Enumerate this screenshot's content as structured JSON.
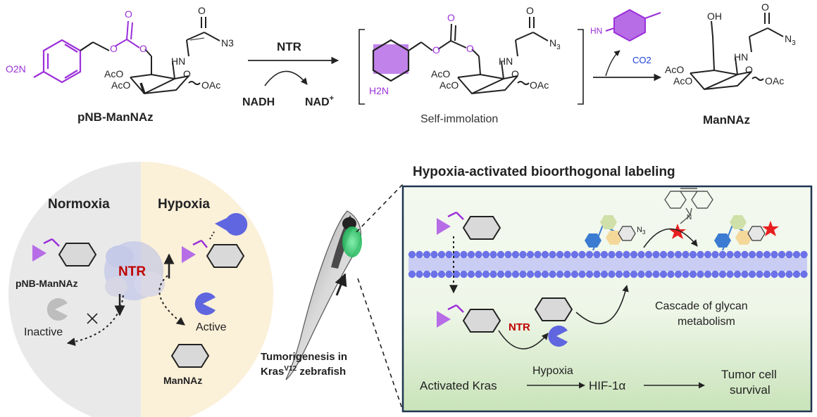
{
  "scheme": {
    "reactant_label": "pNB-ManNAz",
    "reagent_enzyme": "NTR",
    "cofactor_in": "NADH",
    "cofactor_out": "NAD",
    "cofactor_out_sup": "+",
    "intermediate_caption": "Self-immolation",
    "byproduct_co2": "CO2",
    "product_label": "ManNAz",
    "groups": {
      "no2": "O2N",
      "h2n": "H2N",
      "hn": "HN",
      "n3": "N3",
      "aco1": "AcO",
      "aco2": "AcO",
      "oac": "OAc",
      "nh": "HN",
      "o": "O",
      "oh": "OH"
    }
  },
  "cell_panel": {
    "normoxia_label": "Normoxia",
    "hypoxia_label": "Hypoxia",
    "prodrug_label": "pNB-ManNAz",
    "enzyme_label": "NTR",
    "inactive_label": "Inactive",
    "active_label": "Active",
    "product_label": "ManNAz"
  },
  "fish": {
    "caption_line1": "Tumorigenesis in",
    "caption_line2_prefix": "Kras",
    "caption_line2_sup": "V12",
    "caption_line2_suffix": " zebrafish"
  },
  "labeling_panel": {
    "title": "Hypoxia-activated  bioorthogonal  labeling",
    "enzyme_label": "NTR",
    "azide_label": "N3",
    "cascade_line1": "Cascade of glycan",
    "cascade_line2": "metabolism",
    "pathway": {
      "start": "Activated Kras",
      "arrow_label": "Hypoxia",
      "middle": "HIF-1α",
      "end_line1": "Tumor cell",
      "end_line2": "survival"
    }
  },
  "colors": {
    "purple": "#9b30d9",
    "blue_text": "#1a3fd6",
    "ntr_red": "#c00000",
    "normoxia_bg": "#e9e9e9",
    "hypoxia_bg": "#fbf0d8",
    "membrane": "#6b72e8",
    "panel_border": "#1f3550",
    "panel_bg_top": "#f4f9f0",
    "panel_bg_bottom": "#cfe6c0",
    "active_pacman": "#5f66df",
    "inactive_pacman": "#bdbdbd",
    "star": "#e81f1f",
    "tumor_green": "#3fd47a"
  },
  "icons": [
    "pacman-enzyme-icon",
    "hexagon-sugar-icon",
    "triangle-nitrobenzyl-icon",
    "star-fluorophore-icon",
    "dbco-probe-icon",
    "zebrafish-icon"
  ]
}
